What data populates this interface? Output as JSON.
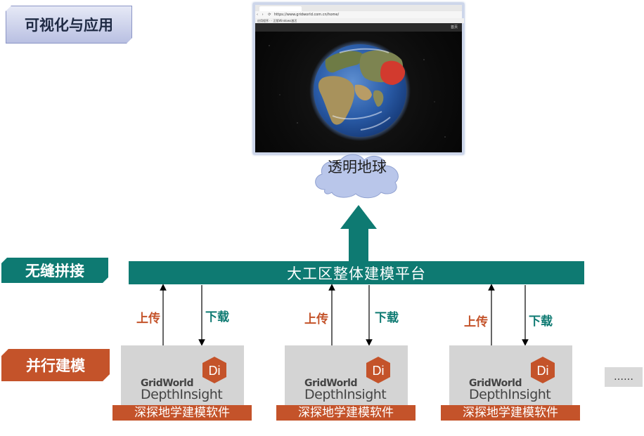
{
  "tags": {
    "visualization": "可视化与应用",
    "seamless": "无缝拼接",
    "parallel": "并行建模"
  },
  "browser": {
    "url": "https://www.gridworld.com.cn/home/",
    "bookmark": "应用程序  · · 正版Windows激活",
    "nav_item": "首页"
  },
  "globe": {
    "label": "透明地球"
  },
  "platform": {
    "label": "大工区整体建模平台"
  },
  "arrows": {
    "upload_label": "上传",
    "download_label": "下载"
  },
  "software": [
    {
      "brand_top": "GridWorld",
      "brand_bottom": "DepthInsight",
      "logo": "Di",
      "caption": "深探地学建模软件"
    },
    {
      "brand_top": "GridWorld",
      "brand_bottom": "DepthInsight",
      "logo": "Di",
      "caption": "深探地学建模软件"
    },
    {
      "brand_top": "GridWorld",
      "brand_bottom": "DepthInsight",
      "logo": "Di",
      "caption": "深探地学建模软件"
    }
  ],
  "more": "……",
  "colors": {
    "teal": "#0e7a72",
    "orange": "#c4532a",
    "cloud": "#b9c6ea",
    "card": "#d4d4d4"
  }
}
